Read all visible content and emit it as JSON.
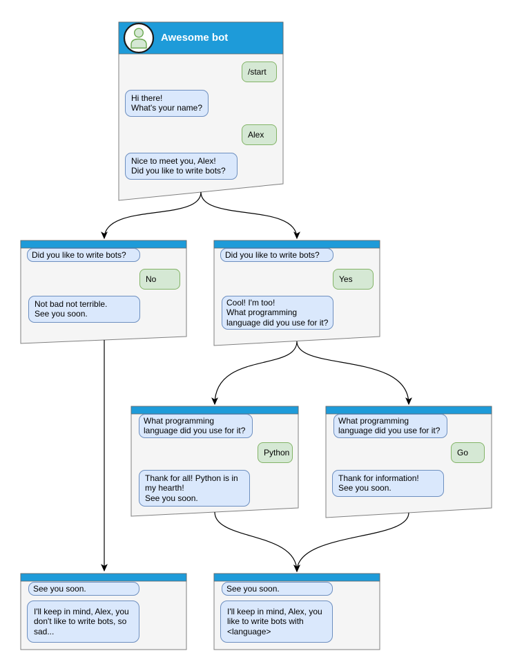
{
  "diagram_title": "Awesome bot conversation flow",
  "nodes": [
    {
      "id": "awesome-bot",
      "title": "Awesome bot",
      "bubbles": [
        {
          "from": "user",
          "text": "/start"
        },
        {
          "from": "bot",
          "text": "Hi there!\nWhat's your name?"
        },
        {
          "from": "user",
          "text": "Alex"
        },
        {
          "from": "bot",
          "text": "Nice to meet you, Alex!\nDid you like to write bots?"
        }
      ]
    },
    {
      "id": "branch-no",
      "bubbles": [
        {
          "from": "bot",
          "text": "Did you like to write bots?"
        },
        {
          "from": "user",
          "text": "No"
        },
        {
          "from": "bot",
          "text": "Not bad not terrible.\nSee you soon."
        }
      ]
    },
    {
      "id": "branch-yes",
      "bubbles": [
        {
          "from": "bot",
          "text": "Did you like to write bots?"
        },
        {
          "from": "user",
          "text": "Yes"
        },
        {
          "from": "bot",
          "text": "Cool! I'm too!\nWhat programming\nlanguage did you use for it?"
        }
      ]
    },
    {
      "id": "branch-python",
      "bubbles": [
        {
          "from": "bot",
          "text": "What programming\nlanguage did you use for it?"
        },
        {
          "from": "user",
          "text": "Python"
        },
        {
          "from": "bot",
          "text": "Thank for all! Python is in\nmy hearth!\nSee you soon."
        }
      ]
    },
    {
      "id": "branch-go",
      "bubbles": [
        {
          "from": "bot",
          "text": "What programming\nlanguage did you use for it?"
        },
        {
          "from": "user",
          "text": "Go"
        },
        {
          "from": "bot",
          "text": "Thank for information!\nSee you soon."
        }
      ]
    },
    {
      "id": "end-no",
      "bubbles": [
        {
          "from": "bot",
          "text": "See you soon."
        },
        {
          "from": "bot",
          "text": "I'll keep in mind, Alex, you\ndon't like to write bots, so\nsad..."
        }
      ]
    },
    {
      "id": "end-yes",
      "bubbles": [
        {
          "from": "bot",
          "text": "See you soon."
        },
        {
          "from": "bot",
          "text": "I'll keep in mind, Alex, you\nlike to write bots with\n<language>"
        }
      ]
    }
  ],
  "edges": [
    {
      "from": "awesome-bot",
      "to": "branch-no"
    },
    {
      "from": "awesome-bot",
      "to": "branch-yes"
    },
    {
      "from": "branch-yes",
      "to": "branch-python"
    },
    {
      "from": "branch-yes",
      "to": "branch-go"
    },
    {
      "from": "branch-no",
      "to": "end-no"
    },
    {
      "from": "branch-python",
      "to": "end-yes"
    },
    {
      "from": "branch-go",
      "to": "end-yes"
    }
  ],
  "colors": {
    "header_blue": "#1e9bd9",
    "node_fill": "#f5f5f5",
    "node_border": "#7f7f7f",
    "bot_bubble_fill": "#dae8fc",
    "bot_bubble_border": "#6c8ebf",
    "user_bubble_fill": "#d5e8d4",
    "user_bubble_border": "#82b366",
    "connector": "#000000"
  }
}
